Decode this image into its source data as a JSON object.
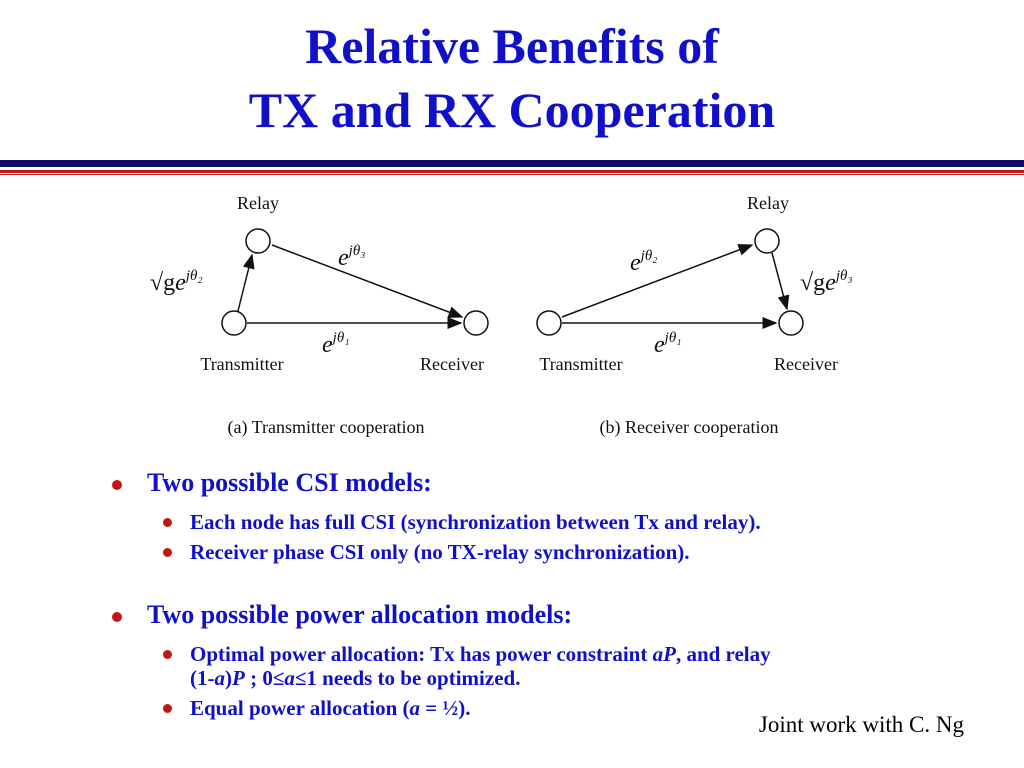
{
  "title": {
    "line1": "Relative Benefits of",
    "line2": "TX and RX Cooperation"
  },
  "diagram": {
    "a": {
      "relay": "Relay",
      "transmitter": "Transmitter",
      "receiver": "Receiver",
      "caption": "(a)  Transmitter  cooperation",
      "tx_relay_sqrt": "√g",
      "tx_relay_base": "e",
      "tx_relay_exp": "jθ₂",
      "relay_rx_base": "e",
      "relay_rx_exp": "jθ₃",
      "tx_rx_base": "e",
      "tx_rx_exp": "jθ₁"
    },
    "b": {
      "relay": "Relay",
      "transmitter": "Transmitter",
      "receiver": "Receiver",
      "caption": "(b)  Receiver  cooperation",
      "tx_relay_base": "e",
      "tx_relay_exp": "jθ₂",
      "relay_rx_sqrt": "√g",
      "relay_rx_base": "e",
      "relay_rx_exp": "jθ₃",
      "tx_rx_base": "e",
      "tx_rx_exp": "jθ₁"
    }
  },
  "bullets": {
    "b1": "Two possible CSI models:",
    "b1_1": "Each node has full CSI (synchronization between Tx and relay).",
    "b1_2": "Receiver phase CSI only (no TX-relay synchronization).",
    "b2": "Two possible power allocation models:",
    "b2_1_a": "Optimal power allocation: Tx has power constraint ",
    "b2_1_b": "aP",
    "b2_1_c": ", and relay",
    "b2_1_d": "(1-",
    "b2_1_e": "a",
    "b2_1_f": ")",
    "b2_1_g": "P",
    "b2_1_h": " ; 0≤",
    "b2_1_i": "a",
    "b2_1_j": "≤1 needs to be optimized.",
    "b2_2_a": "Equal power allocation (",
    "b2_2_b": "a",
    "b2_2_c": " = ½)."
  },
  "credit": "Joint work with C. Ng",
  "colors": {
    "title": "#1010c8",
    "bullet_text": "#1010c8",
    "bullet_dot": "#c01818",
    "rule_navy": "#0b0b6e",
    "rule_red": "#b81818"
  }
}
